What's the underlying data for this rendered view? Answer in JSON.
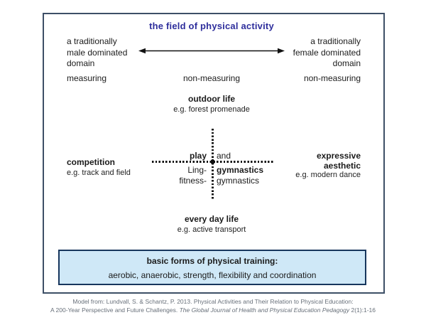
{
  "colors": {
    "title_text": "#2e2e9c",
    "outer_border": "#3d4f66",
    "training_box_fill": "#cfe8f7",
    "training_box_border": "#17365d",
    "body_text": "#1b1b1b",
    "citation_text": "#68707a"
  },
  "diagram": {
    "title": "the field of physical activity",
    "gender_axis": {
      "left_label": "a traditionally\nmale dominated\ndomain",
      "right_label": "a traditionally\nfemale dominated\ndomain"
    },
    "measuring_row": {
      "left": "measuring",
      "center": "non-measuring",
      "right": "non-measuring"
    },
    "quadrants": {
      "top": {
        "label": "outdoor life",
        "example": "e.g. forest promenade"
      },
      "left": {
        "label": "competition",
        "example": "e.g. track and field"
      },
      "right": {
        "label_line1": "expressive",
        "label_line2": "aesthetic",
        "example": "e.g. modern dance"
      },
      "bottom": {
        "label": "every day life",
        "example": "e.g. active transport"
      }
    },
    "center_cross": {
      "row1_left": "play",
      "row1_right": "and",
      "row2_left": "Ling-",
      "row2_right": "gymnastics",
      "row3_left": "fitness-",
      "row3_right": "gymnastics"
    },
    "training_box": {
      "heading": "basic forms of physical training:",
      "items": "aerobic, anaerobic, strength, flexibility and coordination"
    },
    "citation": {
      "line1": "Model from: Lundvall, S. & Schantz, P. 2013. Physical Activities and Their Relation to Physical Education:",
      "line2_prefix": "A 200-Year Perspective and Future Challenges. ",
      "line2_italic": "The Global Journal of Health and Physical Education Pedagogy",
      "line2_suffix": " 2(1):1-16"
    }
  }
}
